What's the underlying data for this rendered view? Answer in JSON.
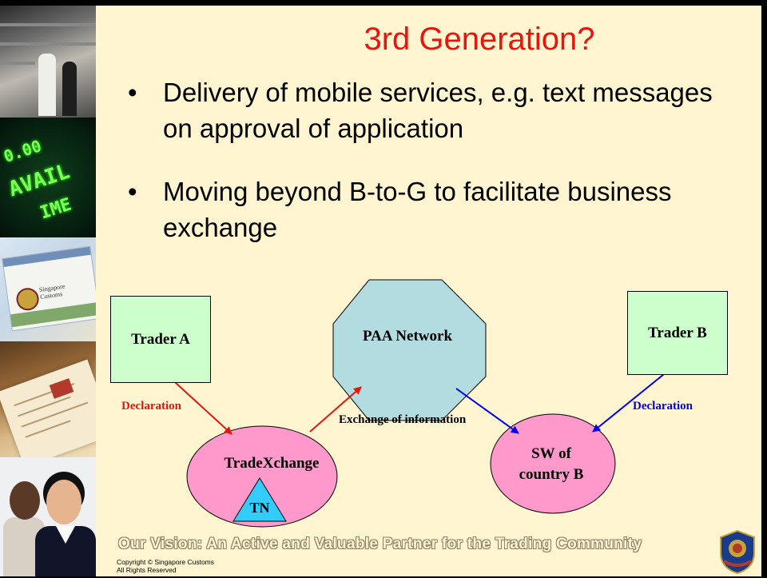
{
  "slide": {
    "title": "3rd Generation?",
    "bullets": [
      "Delivery of mobile services, e.g. text messages on approval of application",
      "Moving beyond B-to-G to facilitate business exchange"
    ],
    "bullet_glyph": "•"
  },
  "diagram": {
    "trader_a": "Trader A",
    "trader_b": "Trader B",
    "paa_network": "PAA Network",
    "tradexchange": "TradeXchange",
    "tn": "TN",
    "sw_line1": "SW of",
    "sw_line2": "country B",
    "declaration_a": "Declaration",
    "declaration_b": "Declaration",
    "exchange": "Exchange of information",
    "colors": {
      "trader_fill": "#CCFFCC",
      "network_fill": "#B3DCE0",
      "ellipse_fill": "#FF99CC",
      "triangle_fill": "#33CCFF",
      "red_arrow": "#E8150D",
      "blue_arrow": "#0000EE"
    }
  },
  "photo_strip": {
    "led_text_1": "0.00",
    "led_text_2": "AVAIL",
    "led_text_3": "IME",
    "screen_text": "Singapore Customs"
  },
  "footer": {
    "vision": "Our Vision: An Active and Valuable Partner for the Trading Community",
    "copyright_line1": "Copyright © Singapore Customs",
    "copyright_line2": "All Rights Reserved"
  },
  "theme": {
    "background": "#FFF5D1",
    "title_color": "#E8150D"
  }
}
